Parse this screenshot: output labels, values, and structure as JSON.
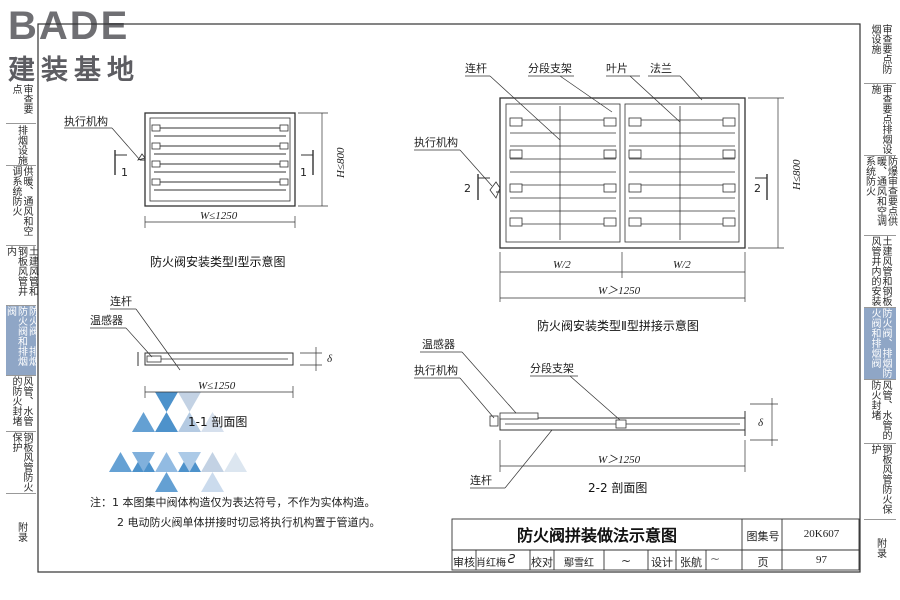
{
  "logo": {
    "brand": "BADE",
    "subtitle": "建装基地"
  },
  "left_tabs": [
    {
      "label": "审查要点"
    },
    {
      "label": "排烟设施"
    },
    {
      "label": "供暖、通风和空调系统防火"
    },
    {
      "label": "土建风管和钢板风管井内"
    },
    {
      "label": "防火阀、排烟防火阀和排烟阀"
    },
    {
      "label": "风管、水管的防火封堵"
    },
    {
      "label": "钢板风管防火保护"
    },
    {
      "label": "附录"
    }
  ],
  "right_tabs": [
    {
      "label": "审查要点防烟设施"
    },
    {
      "label": "审查要点排烟设施"
    },
    {
      "label": "防爆审查要点供暖、通风和空调系统防火"
    },
    {
      "label": "土建风管和钢板风管井内的安装"
    },
    {
      "label": "防火阀、排烟防火阀和排烟阀"
    },
    {
      "label": "风管、水管的防火封堵"
    },
    {
      "label": "钢板风管防火保护"
    },
    {
      "label": "附录"
    }
  ],
  "diagram_type1": {
    "actuator": "执行机构",
    "width_dim": "W≤1250",
    "height_dim": "H≤800",
    "section_mark": "1",
    "caption": "防火阀安装类型Ⅰ型示意图"
  },
  "diagram_type2": {
    "link_rod": "连杆",
    "segment_bracket": "分段支架",
    "blade": "叶片",
    "flange": "法兰",
    "actuator": "执行机构",
    "half_width": "W/2",
    "width_dim": "W＞1250",
    "height_dim": "H≤800",
    "section_mark": "2",
    "caption": "防火阀安装类型Ⅱ型拼接示意图"
  },
  "section11": {
    "link_rod": "连杆",
    "sensor": "温感器",
    "width_dim": "W≤1250",
    "thickness_dim": "δ",
    "caption": "1-1 剖面图"
  },
  "section22": {
    "sensor": "温感器",
    "actuator": "执行机构",
    "segment_bracket": "分段支架",
    "link_rod": "连杆",
    "width_dim": "W＞1250",
    "thickness_dim": "δ",
    "caption": "2-2 剖面图"
  },
  "notes": [
    "注：1  本图集中阀体构造仅为表达符号，不作为实体构造。",
    "2  电动防火阀单体拼接时切忌将执行机构置于管道内。"
  ],
  "title_block": {
    "title": "防火阀拼装做法示意图",
    "atlas_label": "图集号",
    "atlas_no": "20K607",
    "review_label": "审核",
    "reviewer": "肖红梅",
    "check_label": "校对",
    "checker": "鄢雪红",
    "design_label": "设计",
    "designer": "张航",
    "page_label": "页",
    "page_no": "97"
  }
}
